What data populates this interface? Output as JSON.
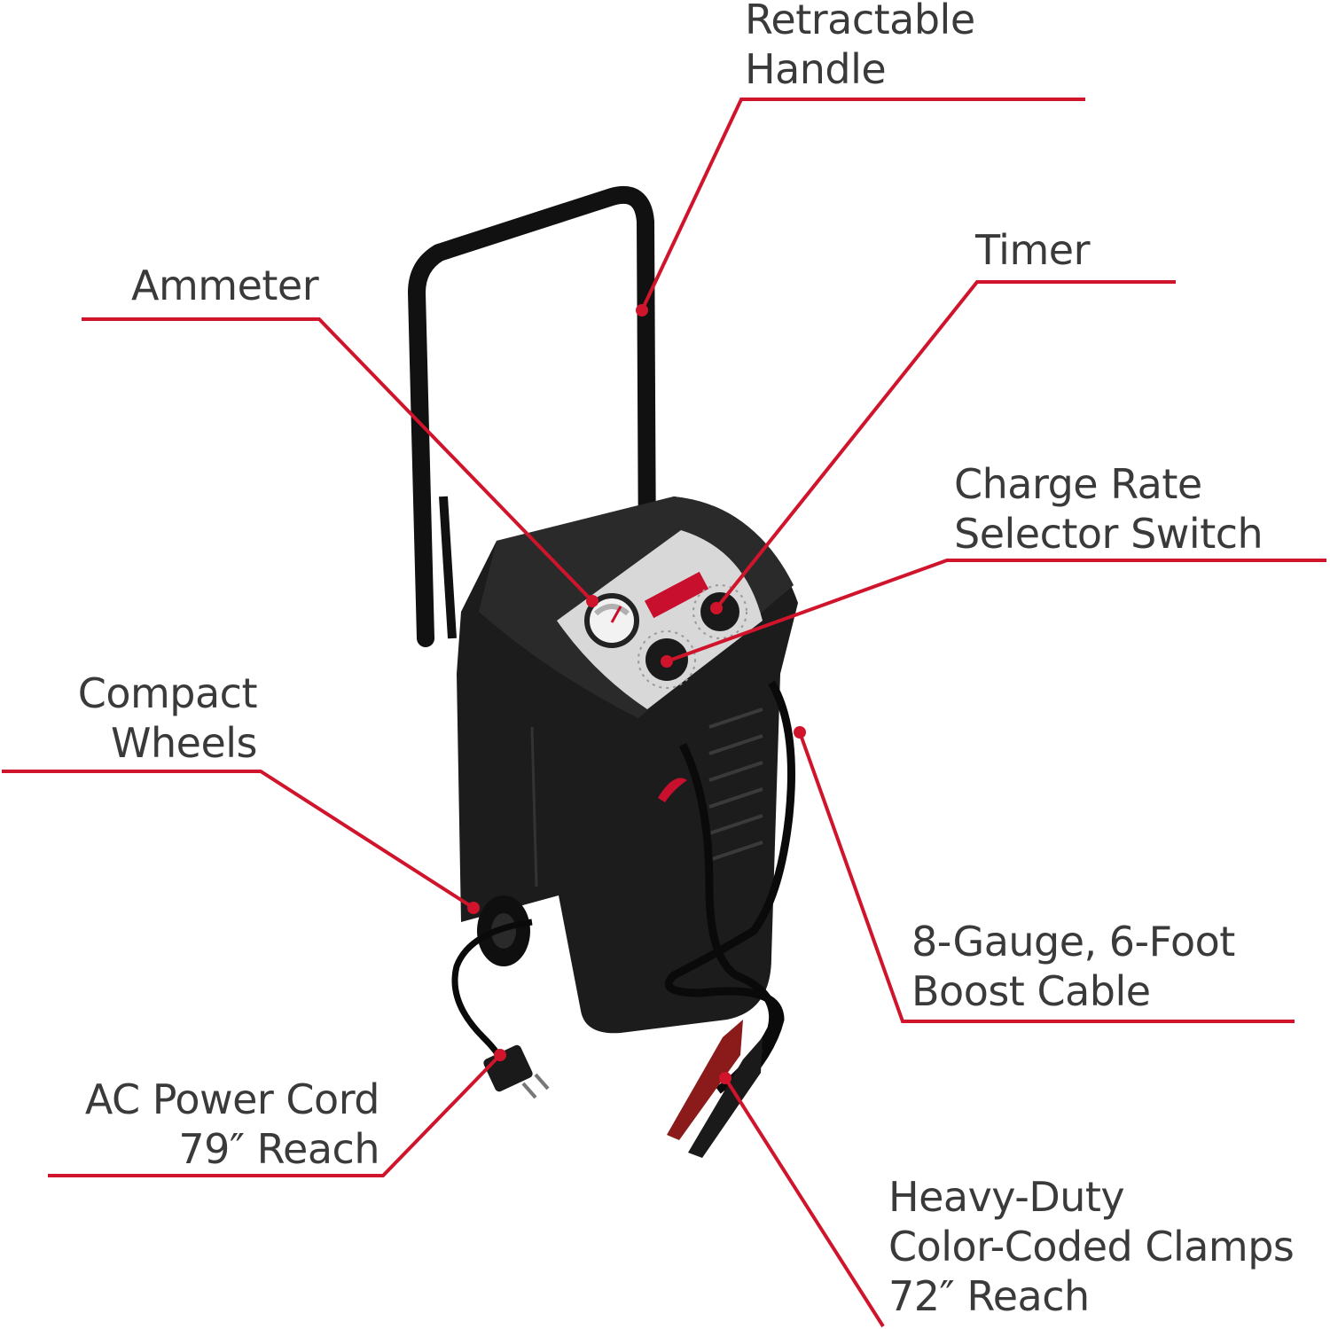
{
  "callouts": {
    "handle": [
      "Retractable",
      "Handle"
    ],
    "ammeter": [
      "Ammeter"
    ],
    "timer": [
      "Timer"
    ],
    "charge_rate": [
      "Charge Rate",
      "Selector Switch"
    ],
    "wheels": [
      "Compact",
      "Wheels"
    ],
    "boost_cable": [
      "8-Gauge, 6-Foot",
      "Boost Cable"
    ],
    "power_cord": [
      "AC Power Cord",
      "79″ Reach"
    ],
    "clamps": [
      "Heavy-Duty",
      "Color-Coded Clamps",
      "72″ Reach"
    ]
  },
  "colors": {
    "leader": "#d0142c",
    "text": "#3a3a3a",
    "body": "#1c1c1c",
    "panel": "#d8d8d8",
    "clamp_red": "#8b1a1a"
  }
}
